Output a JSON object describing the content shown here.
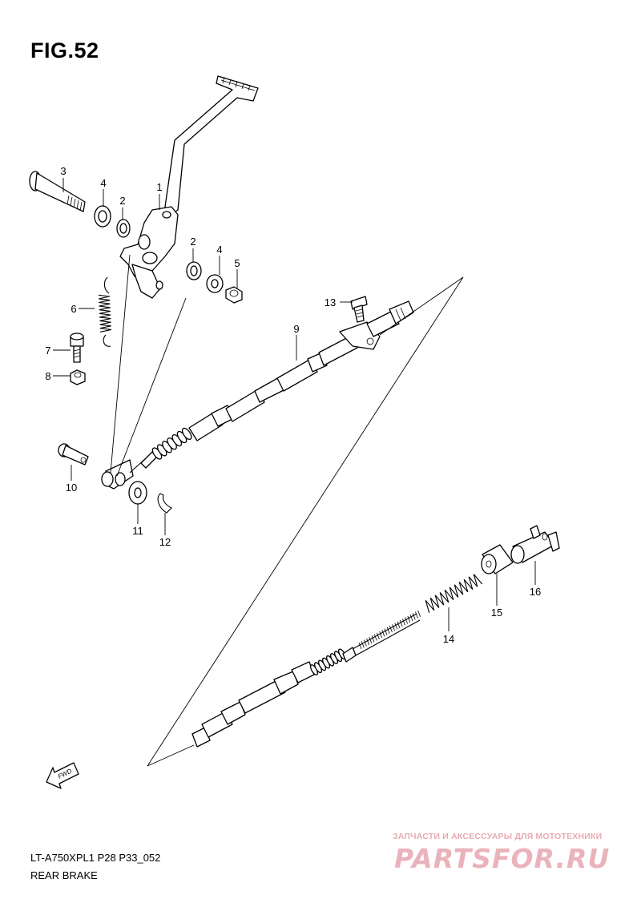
{
  "figure": {
    "title": "FIG.52"
  },
  "callouts": {
    "c1": "1",
    "c2a": "2",
    "c2b": "2",
    "c3": "3",
    "c4a": "4",
    "c4b": "4",
    "c5": "5",
    "c6": "6",
    "c7": "7",
    "c8": "8",
    "c9": "9",
    "c10": "10",
    "c11": "11",
    "c12": "12",
    "c13": "13",
    "c14": "14",
    "c15": "15",
    "c16": "16"
  },
  "fwd_arrow": {
    "label": "FWD"
  },
  "footer": {
    "model_code": "LT-A750XPL1 P28 P33_052",
    "section_name": "REAR BRAKE"
  },
  "watermark": {
    "caption": "ЗАПЧАСТИ И АКСЕССУАРЫ ДЛЯ МОТОТЕХНИКИ",
    "logo": "PARTSFOR.RU"
  }
}
